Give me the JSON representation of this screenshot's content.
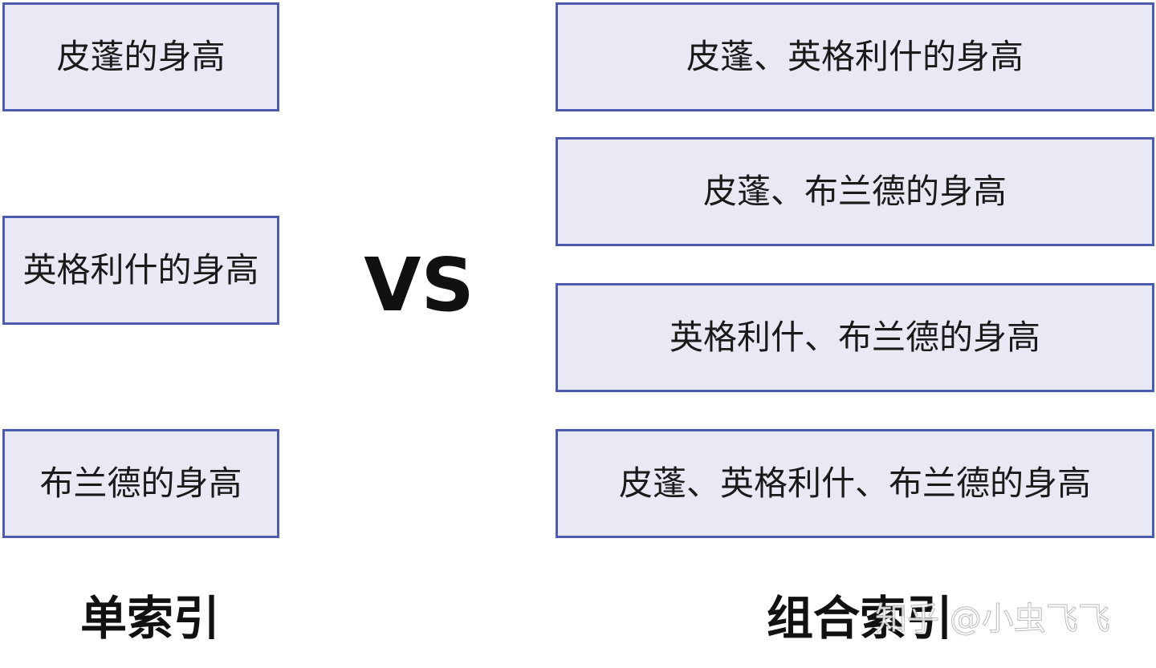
{
  "single_index": {
    "items": [
      "皮蓬的身高",
      "英格利什的身高",
      "布兰德的身高"
    ],
    "caption": "单索引"
  },
  "vs_label": "VS",
  "composite_index": {
    "items": [
      "皮蓬、英格利什的身高",
      "皮蓬、布兰德的身高",
      "英格利什、布兰德的身高",
      "皮蓬、英格利什、布兰德的身高"
    ],
    "caption": "组合索引"
  },
  "watermark": "知乎 @小虫飞飞",
  "colors": {
    "box_fill": "#e9e9f5",
    "box_border": "#4a5bb0",
    "text": "#1a1a1a"
  }
}
